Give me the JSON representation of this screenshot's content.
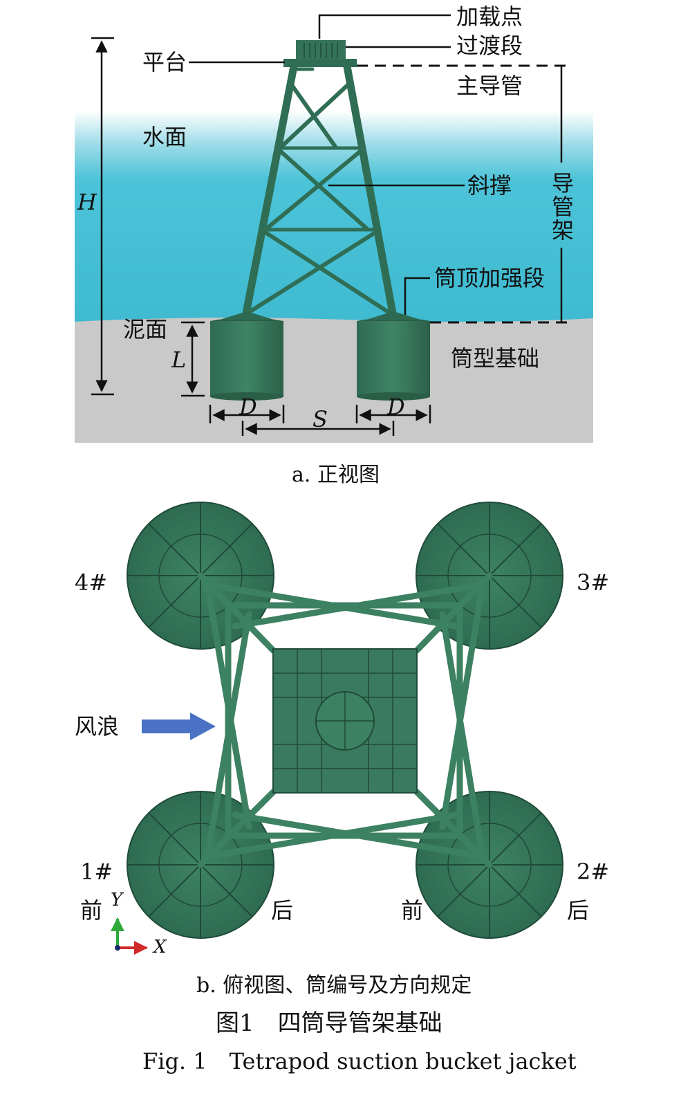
{
  "front_view": {
    "labels": {
      "loading_point": "加载点",
      "transition": "过渡段",
      "platform": "平台",
      "main_pipe": "主导管",
      "water_surface": "水面",
      "brace": "斜撑",
      "jacket": "导管架",
      "bucket_top": "筒顶加强段",
      "mud_surface": "泥面",
      "bucket_foundation": "筒型基础"
    },
    "dims": {
      "H": "H",
      "L": "L",
      "D1": "D",
      "D2": "D",
      "S": "S"
    },
    "caption": "a. 正视图"
  },
  "top_view": {
    "buckets": [
      "4#",
      "3#",
      "1#",
      "2#"
    ],
    "wind_wave": "风浪",
    "front_1": "前",
    "back_1": "后",
    "front_2": "前",
    "back_2": "后",
    "axis_y": "Y",
    "axis_x": "X",
    "caption": "b. 俯视图、筒编号及方向规定"
  },
  "figure_caption_cn": "图1　四筒导管架基础",
  "figure_caption_en": "Fig. 1　Tetrapod suction bucket jacket",
  "colors": {
    "structure": "#3a7a60",
    "structure_dark": "#1f4a38",
    "water": "#4cc3d8",
    "seabed": "#c9c9c9",
    "arrow": "#4a72c4"
  }
}
